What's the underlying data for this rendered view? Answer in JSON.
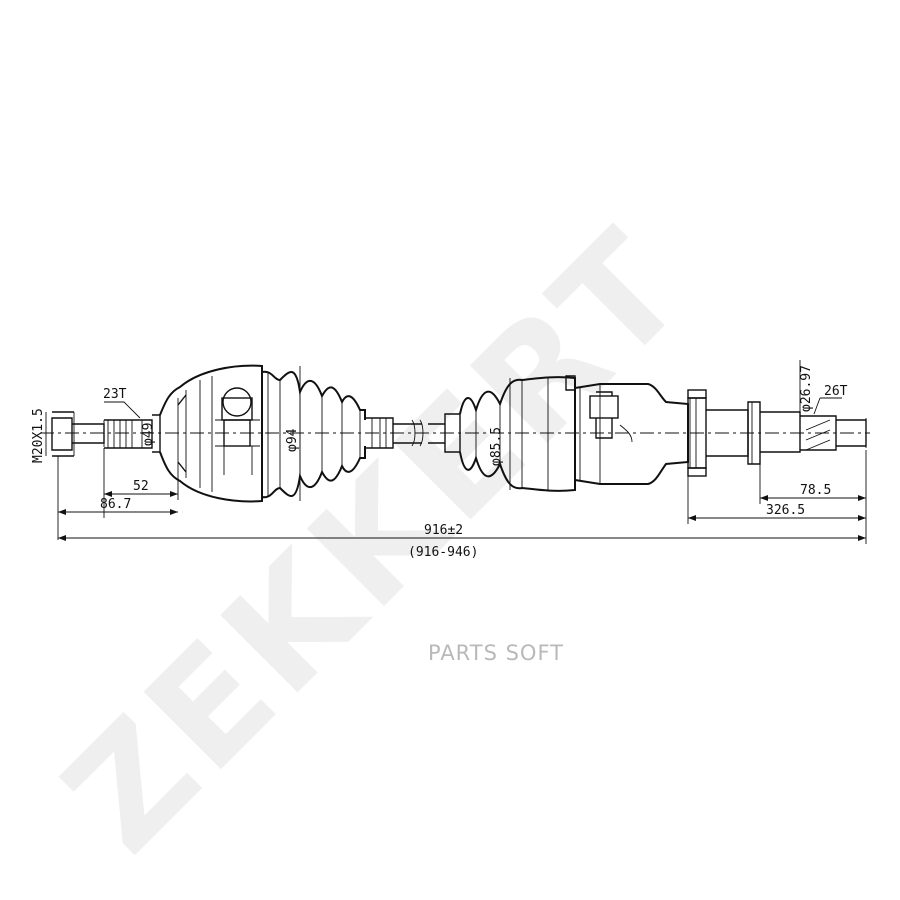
{
  "watermark": {
    "brand": "ZEKKERT",
    "site": "PARTS SOFT"
  },
  "dimensions": {
    "thread": "M20X1.5",
    "outer_splines": "23T",
    "outer_spline_dia": "φ49",
    "outer_cv_dia": "φ94",
    "inner_boot_dia": "φ85.5",
    "inner_splines_dia": "φ26.97",
    "inner_splines": "26T",
    "outer_len_short": "52",
    "outer_len_long": "86.7",
    "total_length": "916±2",
    "total_range": "(916-946)",
    "inner_len_short": "78.5",
    "inner_len_long": "326.5"
  }
}
